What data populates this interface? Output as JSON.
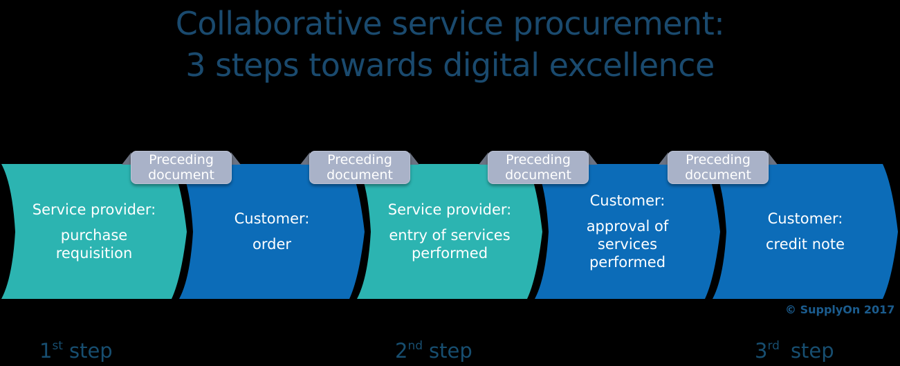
{
  "title": {
    "line1": "Collaborative service procurement:",
    "line2": "3 steps towards digital excellence"
  },
  "colors": {
    "background": "#000000",
    "teal": "#2cb4b1",
    "blue": "#0c6cb8",
    "label_background": "#a9b2c8",
    "label_fold": "#6b7282",
    "title_navy": "#1a4a6e",
    "step_navy": "#174e70",
    "copyright_blue": "#1b5c8e",
    "chevron_text": "#ffffff"
  },
  "preceding_label": {
    "line1": "Preceding",
    "line2": "document"
  },
  "chevrons": [
    {
      "actor": "Service provider:",
      "document": "purchase requisition",
      "color": "teal"
    },
    {
      "actor": "Customer:",
      "document": "order",
      "color": "blue"
    },
    {
      "actor": "Service provider:",
      "document": "entry of services performed",
      "color": "teal"
    },
    {
      "actor": "Customer:",
      "document": "approval of services performed",
      "color": "blue"
    },
    {
      "actor": "Customer:",
      "document": "credit note",
      "color": "blue"
    }
  ],
  "steps": [
    {
      "number": "1",
      "suffix": "st",
      "word": "step"
    },
    {
      "number": "2",
      "suffix": "nd",
      "word": "step"
    },
    {
      "number": "3",
      "suffix": "rd",
      "word": "step"
    }
  ],
  "copyright": "© SupplyOn 2017"
}
